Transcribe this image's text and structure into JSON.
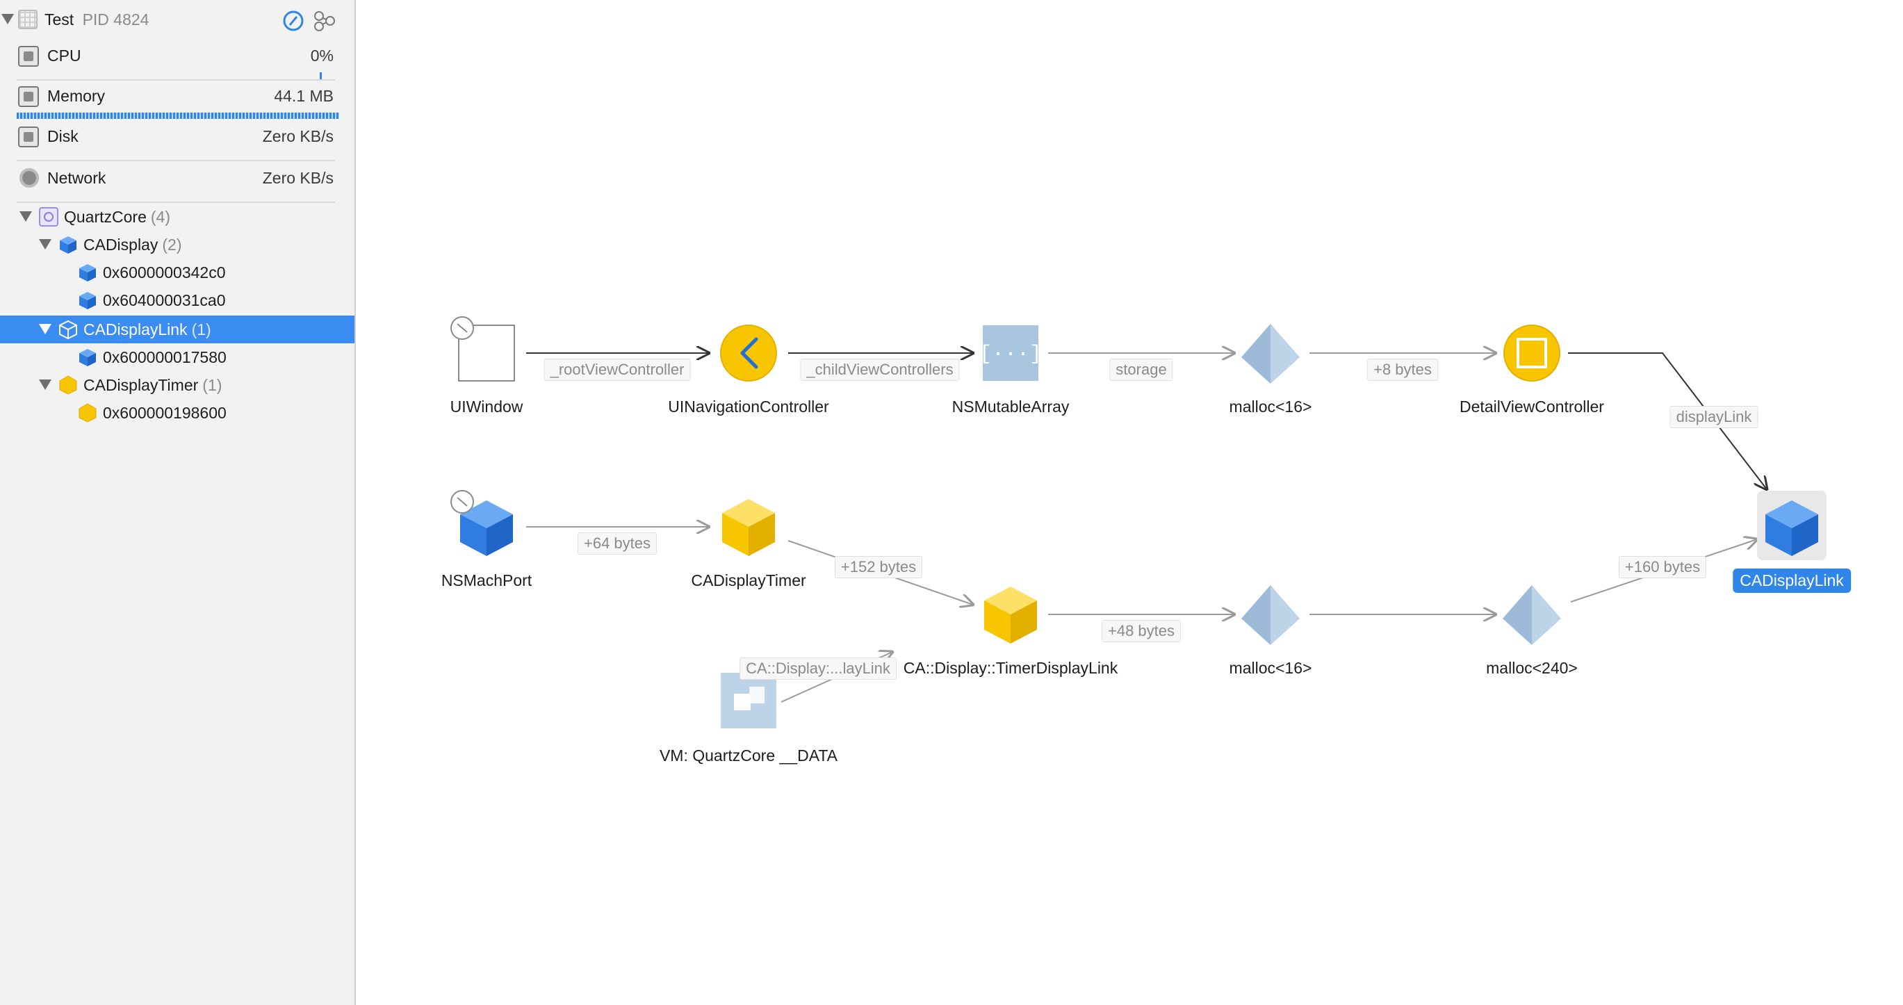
{
  "sidebar": {
    "process": {
      "name": "Test",
      "pid_label": "PID 4824"
    },
    "gauges": [
      {
        "label": "CPU",
        "value": "0%"
      },
      {
        "label": "Memory",
        "value": "44.1 MB"
      },
      {
        "label": "Disk",
        "value": "Zero KB/s"
      },
      {
        "label": "Network",
        "value": "Zero KB/s"
      }
    ],
    "tree": [
      {
        "label": "QuartzCore",
        "count": "(4)"
      },
      {
        "label": "CADisplay",
        "count": "(2)"
      },
      {
        "label": "0x6000000342c0"
      },
      {
        "label": "0x604000031ca0"
      },
      {
        "label": "CADisplayLink",
        "count": "(1)"
      },
      {
        "label": "0x600000017580"
      },
      {
        "label": "CADisplayTimer",
        "count": "(1)"
      },
      {
        "label": "0x600000198600"
      }
    ]
  },
  "graph": {
    "nodes": {
      "uiwindow": "UIWindow",
      "uinav": "UINavigationController",
      "nsarray": "NSMutableArray",
      "malloc16a": "malloc<16>",
      "detailvc": "DetailViewController",
      "cadisplaylink": "CADisplayLink",
      "nsmachport": "NSMachPort",
      "cadisplaytimer": "CADisplayTimer",
      "timerdisplaylink": "CA::Display::TimerDisplayLink",
      "malloc16b": "malloc<16>",
      "malloc240": "malloc<240>",
      "vmdata": "VM: QuartzCore __DATA"
    },
    "edges": {
      "root_vc": "_rootViewController",
      "child_vcs": "_childViewControllers",
      "storage": "storage",
      "plus8": "+8 bytes",
      "displaylink": "displayLink",
      "plus64": "+64 bytes",
      "plus152": "+152 bytes",
      "plus48": "+48 bytes",
      "plus160": "+160 bytes",
      "ca_display_link": "CA::Display:...layLink"
    },
    "colors": {
      "accent": "#2f86e8",
      "yellow": "#f7c600",
      "pale_blue": "#a9c6e0"
    }
  }
}
